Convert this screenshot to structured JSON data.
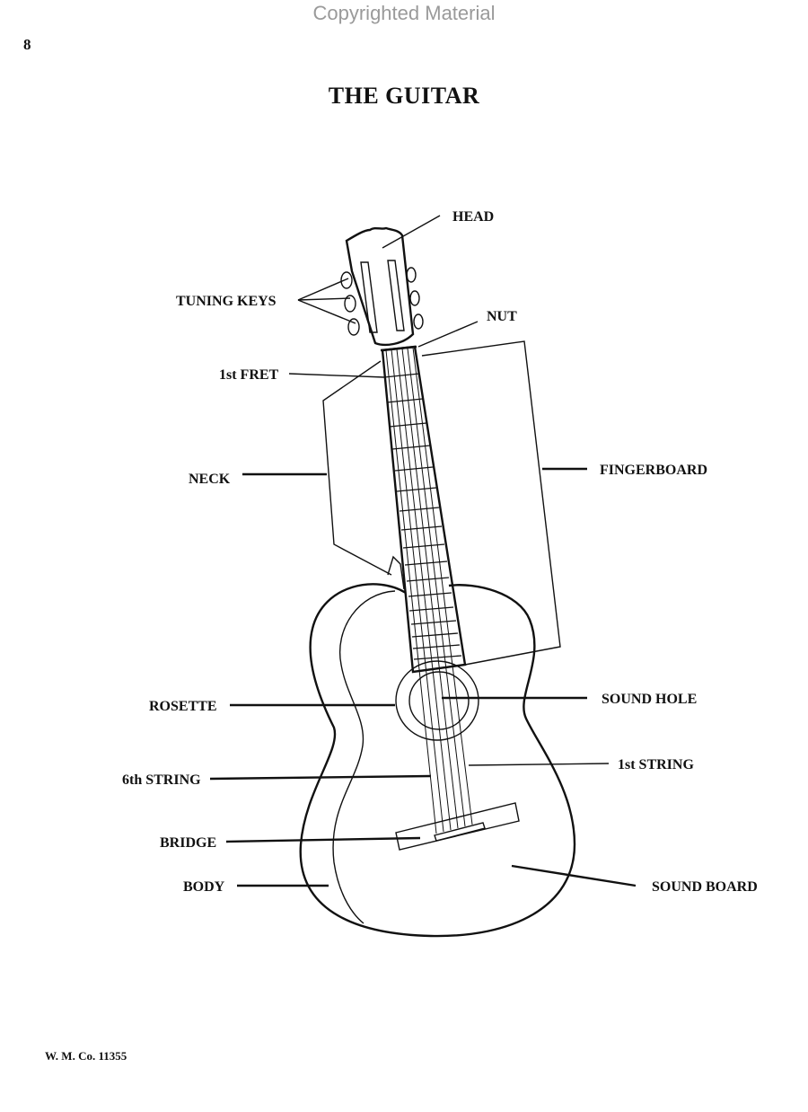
{
  "watermark": "Copyrighted Material",
  "page_number": "8",
  "title": "THE GUITAR",
  "footer": "W. M. Co. 11355",
  "labels": {
    "head": "HEAD",
    "tuning_keys": "TUNING KEYS",
    "nut": "NUT",
    "first_fret": "1st FRET",
    "neck": "NECK",
    "fingerboard": "FINGERBOARD",
    "rosette": "ROSETTE",
    "sound_hole": "SOUND HOLE",
    "sixth_string": "6th STRING",
    "first_string": "1st STRING",
    "bridge": "BRIDGE",
    "body": "BODY",
    "sound_board": "SOUND BOARD"
  }
}
